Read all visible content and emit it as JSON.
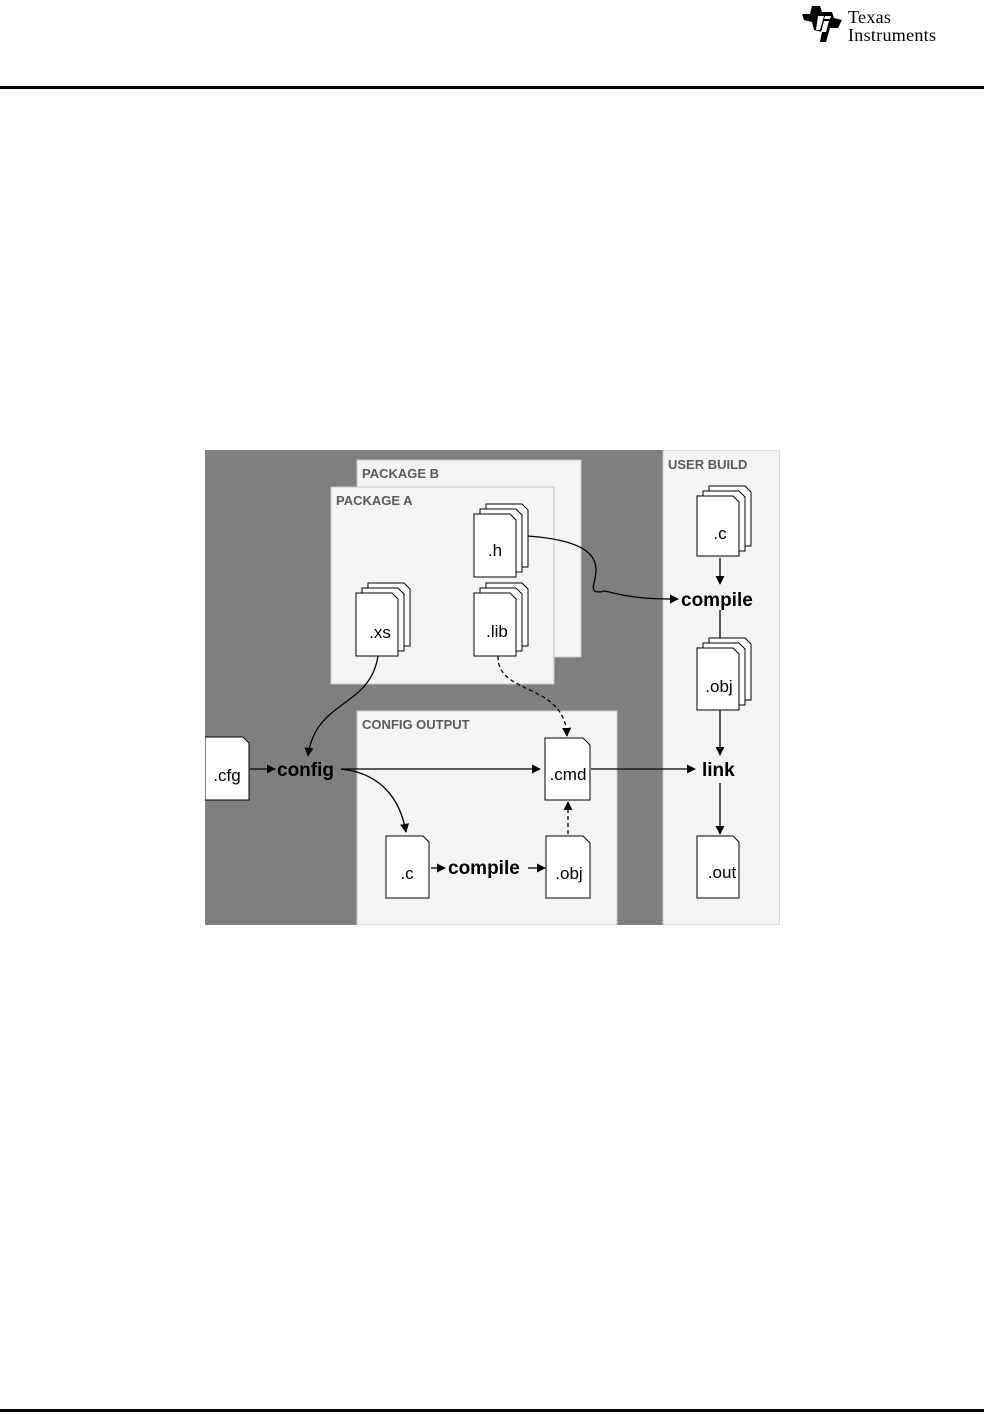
{
  "header": {
    "logo": {
      "brand_line1": "Texas",
      "brand_line2": "Instruments",
      "icon": "ti-logo-icon"
    }
  },
  "diagram": {
    "containers": {
      "package_b": "PACKAGE B",
      "package_a": "PACKAGE A",
      "config_output": "CONFIG OUTPUT",
      "user_build": "USER BUILD"
    },
    "files": {
      "h": ".h",
      "lib": ".lib",
      "xs": ".xs",
      "cfg": ".cfg",
      "cmd": ".cmd",
      "config_c": ".c",
      "config_obj": ".obj",
      "user_c": ".c",
      "user_obj": ".obj",
      "out": ".out"
    },
    "operations": {
      "config": "config",
      "config_compile": "compile",
      "user_compile": "compile",
      "link": "link"
    },
    "colors": {
      "background": "#7f7f7f",
      "panel": "#f4f4f4",
      "title": "#5a5a5a"
    }
  }
}
